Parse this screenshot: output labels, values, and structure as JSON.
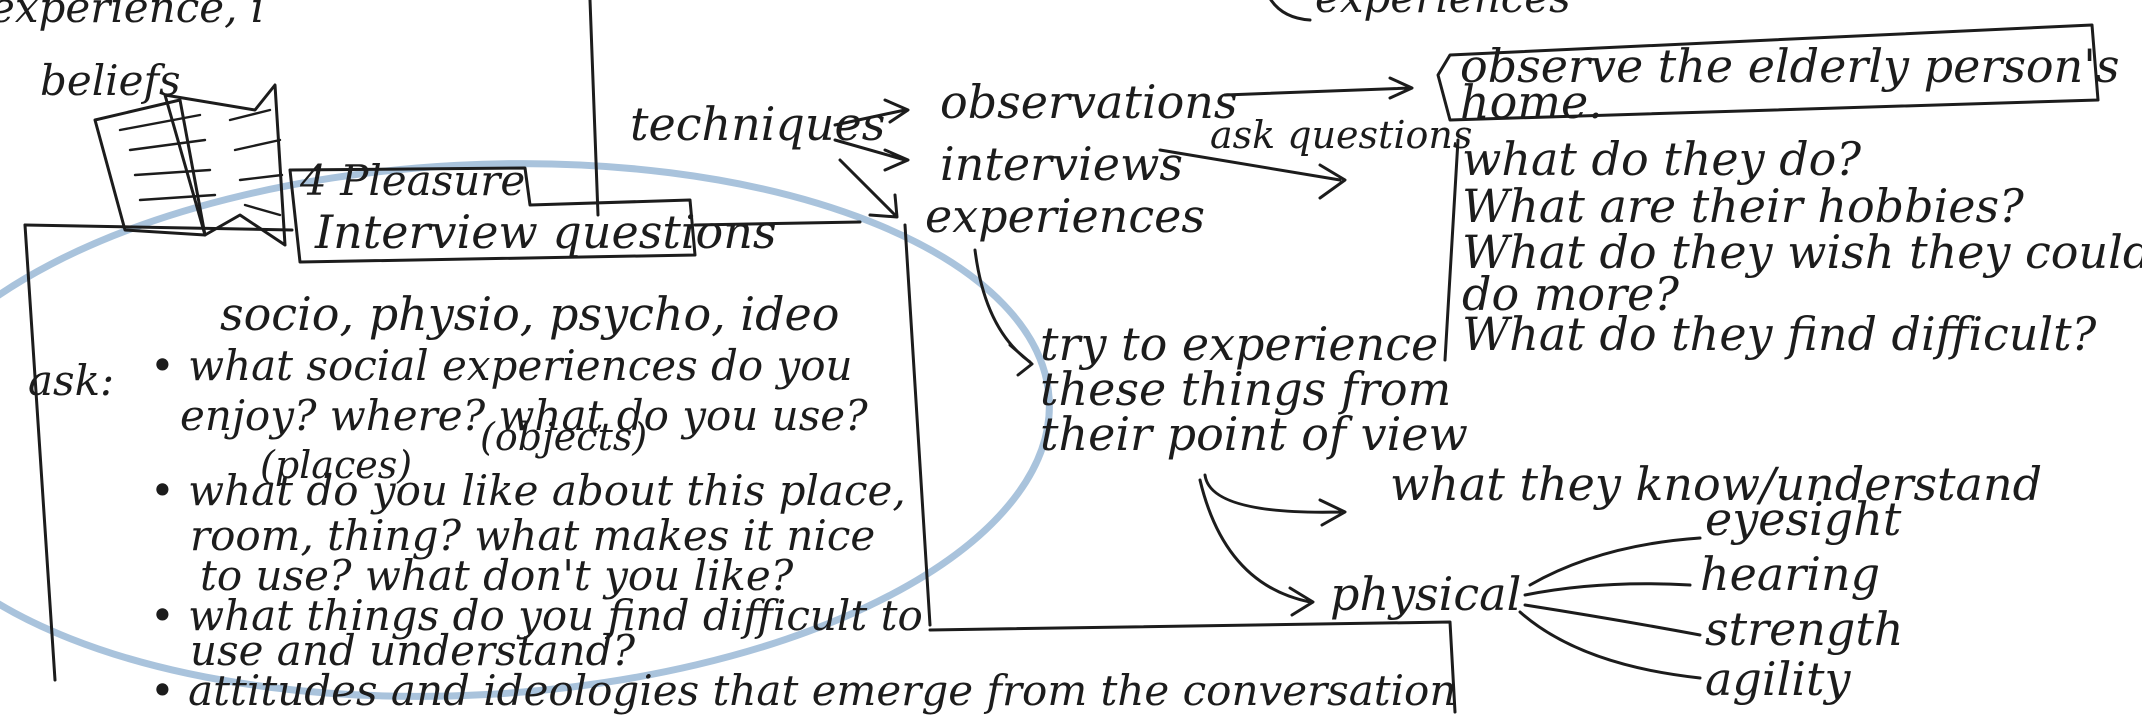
{
  "top_fragments": {
    "top_left": "experience, i",
    "beliefs": "beliefs",
    "top_right": "experiences"
  },
  "box_title": {
    "line1": "4 Pleasure",
    "line2": "Interview questions"
  },
  "questions": {
    "categories": "socio, physio, psycho, ideo",
    "ask_label": "ask:",
    "q1_line1": "• what social experiences do you",
    "q1_line2": "enjoy? where? what do you use?",
    "q1_places": "(places)",
    "q1_objects": "(objects)",
    "q2_line1": "• what do you like about this place,",
    "q2_line2": "room, thing? what makes it nice",
    "q2_line3": "to use? what don't you like?",
    "q3_line1": "• what things do you find difficult to",
    "q3_line2": "use and understand?",
    "q4": "• attitudes and ideologies that emerge from the conversation"
  },
  "techniques": {
    "label": "techniques",
    "observations": "observations",
    "interviews": "interviews",
    "experiences": "experiences",
    "ask_questions": "ask questions"
  },
  "observe_box": {
    "line1": "observe the elderly person's",
    "line2": "home."
  },
  "interview_questions": [
    "what do they do?",
    "What are their hobbies?",
    "What do they wish they could",
    "do more?",
    "What do they find difficult?"
  ],
  "experience": {
    "line1": "try to experience",
    "line2": "these things from",
    "line3": "their point of view"
  },
  "outcomes": {
    "know": "what they know/understand",
    "physical": "physical",
    "eyesight": "eyesight",
    "hearing": "hearing",
    "strength": "strength",
    "agility": "agility"
  }
}
